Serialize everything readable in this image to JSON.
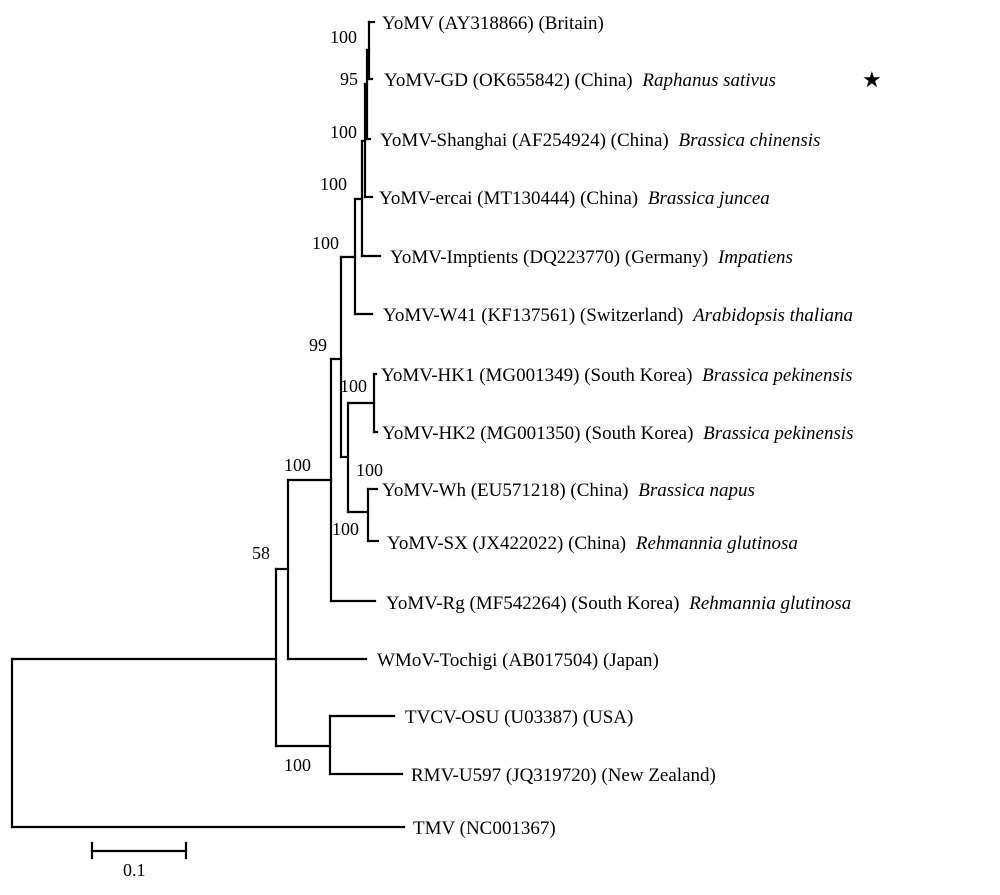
{
  "tree": {
    "leaves": [
      {
        "id": "yomv_britain",
        "name": "YoMV (AY318866) (Britain)",
        "host": ""
      },
      {
        "id": "yomv_gd",
        "name": "YoMV-GD (OK655842) (China)",
        "host": "Raphanus sativus",
        "highlight": true
      },
      {
        "id": "yomv_shanghai",
        "name": "YoMV-Shanghai (AF254924) (China)",
        "host": "Brassica chinensis"
      },
      {
        "id": "yomv_ercai",
        "name": "YoMV-ercai (MT130444) (China)",
        "host": "Brassica juncea"
      },
      {
        "id": "yomv_imptients",
        "name": "YoMV-Imptients (DQ223770) (Germany)",
        "host": "Impatiens"
      },
      {
        "id": "yomv_w41",
        "name": "YoMV-W41 (KF137561) (Switzerland)",
        "host": "Arabidopsis thaliana"
      },
      {
        "id": "yomv_hk1",
        "name": "YoMV-HK1 (MG001349) (South Korea)",
        "host": "Brassica pekinensis"
      },
      {
        "id": "yomv_hk2",
        "name": "YoMV-HK2 (MG001350) (South Korea)",
        "host": "Brassica pekinensis"
      },
      {
        "id": "yomv_wh",
        "name": "YoMV-Wh (EU571218) (China)",
        "host": "Brassica napus"
      },
      {
        "id": "yomv_sx",
        "name": "YoMV-SX (JX422022) (China)",
        "host": "Rehmannia glutinosa"
      },
      {
        "id": "yomv_rg",
        "name": "YoMV-Rg (MF542264) (South Korea)",
        "host": "Rehmannia glutinosa"
      },
      {
        "id": "wmov_tochigi",
        "name": "WMoV-Tochigi (AB017504) (Japan)",
        "host": ""
      },
      {
        "id": "tvcv_osu",
        "name": "TVCV-OSU (U03387) (USA)",
        "host": ""
      },
      {
        "id": "rmv_u597",
        "name": "RMV-U597 (JQ319720) (New Zealand)",
        "host": ""
      },
      {
        "id": "tmv",
        "name": "TMV (NC001367)",
        "host": ""
      }
    ],
    "support_values": [
      {
        "id": "n_britain_gd",
        "value": "100"
      },
      {
        "id": "n_gd_shanghai",
        "value": "95"
      },
      {
        "id": "n_shanghai_ercai",
        "value": "100"
      },
      {
        "id": "n_ercai",
        "value": "100"
      },
      {
        "id": "n_imptients",
        "value": "100"
      },
      {
        "id": "n_yomv_core",
        "value": "99"
      },
      {
        "id": "n_hk",
        "value": "100"
      },
      {
        "id": "n_wh_sx_inner",
        "value": "100"
      },
      {
        "id": "n_wh_sx",
        "value": "100"
      },
      {
        "id": "n_yomv_wmov",
        "value": "100"
      },
      {
        "id": "n_ingroup",
        "value": "58"
      },
      {
        "id": "n_tvcv_rmv",
        "value": "100"
      }
    ],
    "highlight_marker": {
      "glyph": "★",
      "color": "#ff0000"
    },
    "scale_bar": {
      "label": "0.1"
    }
  }
}
